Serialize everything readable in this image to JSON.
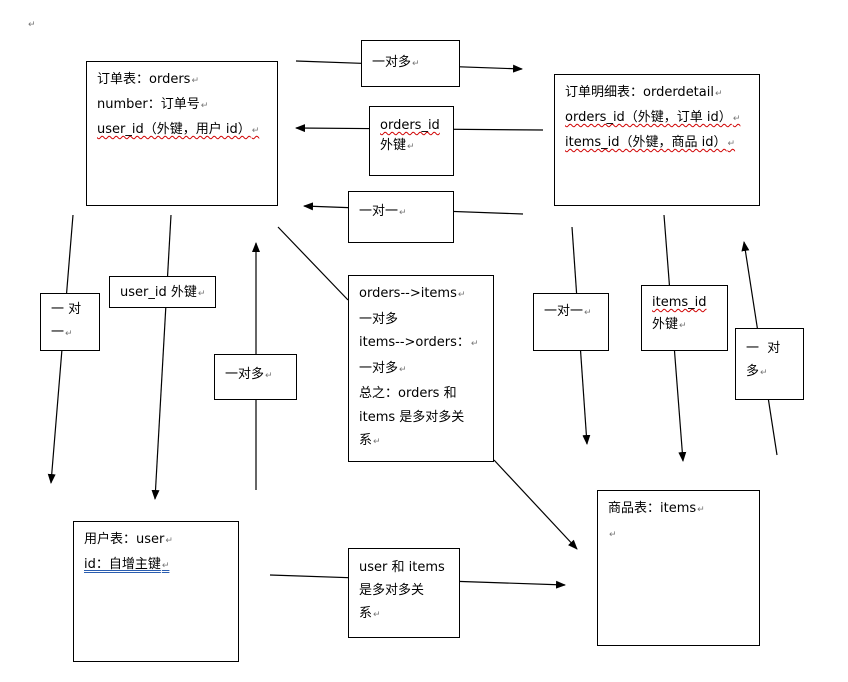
{
  "page_mark": "↵",
  "tables": {
    "orders": [
      "订单表：orders",
      "number：订单号",
      "user_id（外键，用户 id）"
    ],
    "orderdetail": [
      "订单明细表：orderdetail",
      "orders_id（外键，订单 id）",
      "items_id（外键，商品 id）"
    ],
    "user": [
      "用户表：user",
      "id：自增主键"
    ],
    "items": [
      "商品表：items",
      ""
    ]
  },
  "labels": {
    "one_to_many_top": "一对多",
    "orders_id_fk": [
      "orders_id",
      "外键"
    ],
    "one_to_one_mid": "一对一",
    "one_to_one_left": [
      "一 对",
      "一"
    ],
    "user_id_fk": "user_id 外键",
    "one_to_many_left": "一对多",
    "summary": [
      "orders-->items",
      "一对多",
      "items-->orders：",
      "一对多",
      "总之：orders 和",
      "items 是多对多关",
      "系"
    ],
    "one_to_one_right": "一对一",
    "items_id_fk": [
      "items_id",
      "外键"
    ],
    "one_to_many_right": [
      "一  对",
      "多"
    ],
    "user_items": [
      "user 和 items",
      "是多对多关",
      "系"
    ]
  }
}
